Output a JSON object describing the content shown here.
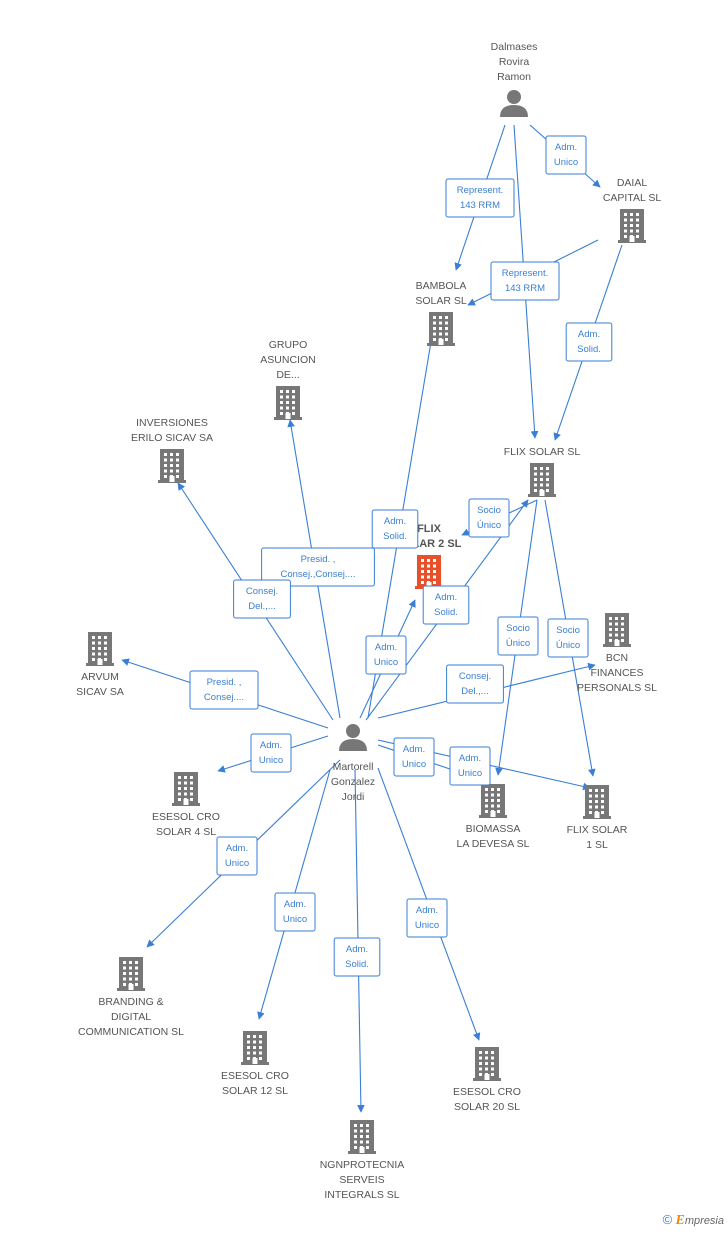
{
  "colors": {
    "edge": "#3a7fd5",
    "node": "#777777",
    "node_highlight": "#e8502a",
    "label": "#555555"
  },
  "nodes": [
    {
      "id": "dalmases",
      "kind": "person",
      "lines": [
        "Dalmases",
        "Rovira",
        "Ramon"
      ]
    },
    {
      "id": "dalial",
      "kind": "company",
      "lines": [
        "DAIAL",
        "CAPITAL SL"
      ]
    },
    {
      "id": "bambola",
      "kind": "company",
      "lines": [
        "BAMBOLA",
        "SOLAR SL"
      ]
    },
    {
      "id": "grupo",
      "kind": "company",
      "lines": [
        "GRUPO",
        "ASUNCION",
        "DE..."
      ]
    },
    {
      "id": "inversiones",
      "kind": "company",
      "lines": [
        "INVERSIONES",
        "ERILO SICAV SA"
      ]
    },
    {
      "id": "flixsolar",
      "kind": "company",
      "lines": [
        "FLIX SOLAR SL"
      ]
    },
    {
      "id": "flix2",
      "kind": "company-main",
      "lines": [
        "FLIX",
        "SOLAR 2 SL"
      ]
    },
    {
      "id": "arvum",
      "kind": "company",
      "lines": [
        "ARVUM",
        "SICAV SA"
      ]
    },
    {
      "id": "bcn",
      "kind": "company",
      "lines": [
        "BCN",
        "FINANCES",
        "PERSONALS SL"
      ]
    },
    {
      "id": "martorell",
      "kind": "person",
      "lines": [
        "Martorell",
        "Gonzalez",
        "Jordi"
      ]
    },
    {
      "id": "esesol4",
      "kind": "company",
      "lines": [
        "ESESOL CRO",
        "SOLAR 4 SL"
      ]
    },
    {
      "id": "biomassa",
      "kind": "company",
      "lines": [
        "BIOMASSA",
        "LA DEVESA SL"
      ]
    },
    {
      "id": "flix1",
      "kind": "company",
      "lines": [
        "FLIX SOLAR",
        "1 SL"
      ]
    },
    {
      "id": "branding",
      "kind": "company",
      "lines": [
        "BRANDING &",
        "DIGITAL",
        "COMMUNICATION SL"
      ]
    },
    {
      "id": "esesol12",
      "kind": "company",
      "lines": [
        "ESESOL CRO",
        "SOLAR 12 SL"
      ]
    },
    {
      "id": "esesol20",
      "kind": "company",
      "lines": [
        "ESESOL CRO",
        "SOLAR 20 SL"
      ]
    },
    {
      "id": "ngn",
      "kind": "company",
      "lines": [
        "NGNPROTECNIA",
        "SERVEIS",
        "INTEGRALS SL"
      ]
    }
  ],
  "edges": [
    {
      "from": "dalmases",
      "to": "dalial",
      "lines": [
        "Adm.",
        "Unico"
      ]
    },
    {
      "from": "dalmases",
      "to": "bambola",
      "lines": [
        "Represent.",
        "143 RRM"
      ]
    },
    {
      "from": "dalmases",
      "to": "flixsolar",
      "lines": []
    },
    {
      "from": "dalial",
      "to": "bambola",
      "lines": [
        "Represent.",
        "143 RRM"
      ]
    },
    {
      "from": "dalial",
      "to": "flixsolar",
      "lines": [
        "Adm.",
        "Solid."
      ]
    },
    {
      "from": "flixsolar",
      "to": "flix2",
      "lines": [
        "Socio",
        "Único"
      ]
    },
    {
      "from": "flixsolar",
      "to": "biomassa",
      "lines": [
        "Socio",
        "Único"
      ]
    },
    {
      "from": "flixsolar",
      "to": "flix1",
      "lines": [
        "Socio",
        "Único"
      ]
    },
    {
      "from": "martorell",
      "to": "bambola",
      "lines": [
        "Adm.",
        "Solid."
      ]
    },
    {
      "from": "martorell",
      "to": "grupo",
      "lines": [
        "Presid. ,",
        "Consej.,Consej...."
      ]
    },
    {
      "from": "martorell",
      "to": "inversiones",
      "lines": [
        "Consej.",
        "Del.,..."
      ]
    },
    {
      "from": "martorell",
      "to": "flix2",
      "lines": [
        "Adm.",
        "Unico"
      ]
    },
    {
      "from": "martorell",
      "to": "flixsolar",
      "lines": [
        "Adm.",
        "Solid."
      ]
    },
    {
      "from": "martorell",
      "to": "arvum",
      "lines": [
        "Presid. ,",
        "Consej...."
      ]
    },
    {
      "from": "martorell",
      "to": "bcn",
      "lines": [
        "Consej.",
        "Del.,..."
      ]
    },
    {
      "from": "martorell",
      "to": "esesol4",
      "lines": [
        "Adm.",
        "Unico"
      ]
    },
    {
      "from": "martorell",
      "to": "biomassa",
      "lines": [
        "Adm.",
        "Unico"
      ]
    },
    {
      "from": "martorell",
      "to": "flix1",
      "lines": [
        "Adm.",
        "Unico"
      ]
    },
    {
      "from": "martorell",
      "to": "branding",
      "lines": [
        "Adm.",
        "Unico"
      ]
    },
    {
      "from": "martorell",
      "to": "esesol12",
      "lines": [
        "Adm.",
        "Unico"
      ]
    },
    {
      "from": "martorell",
      "to": "ngn",
      "lines": [
        "Adm.",
        "Solid."
      ]
    },
    {
      "from": "martorell",
      "to": "esesol20",
      "lines": [
        "Adm.",
        "Unico"
      ]
    }
  ],
  "footer": {
    "copyright_symbol": "©",
    "brand_initial": "E",
    "brand_rest": "mpresia"
  }
}
